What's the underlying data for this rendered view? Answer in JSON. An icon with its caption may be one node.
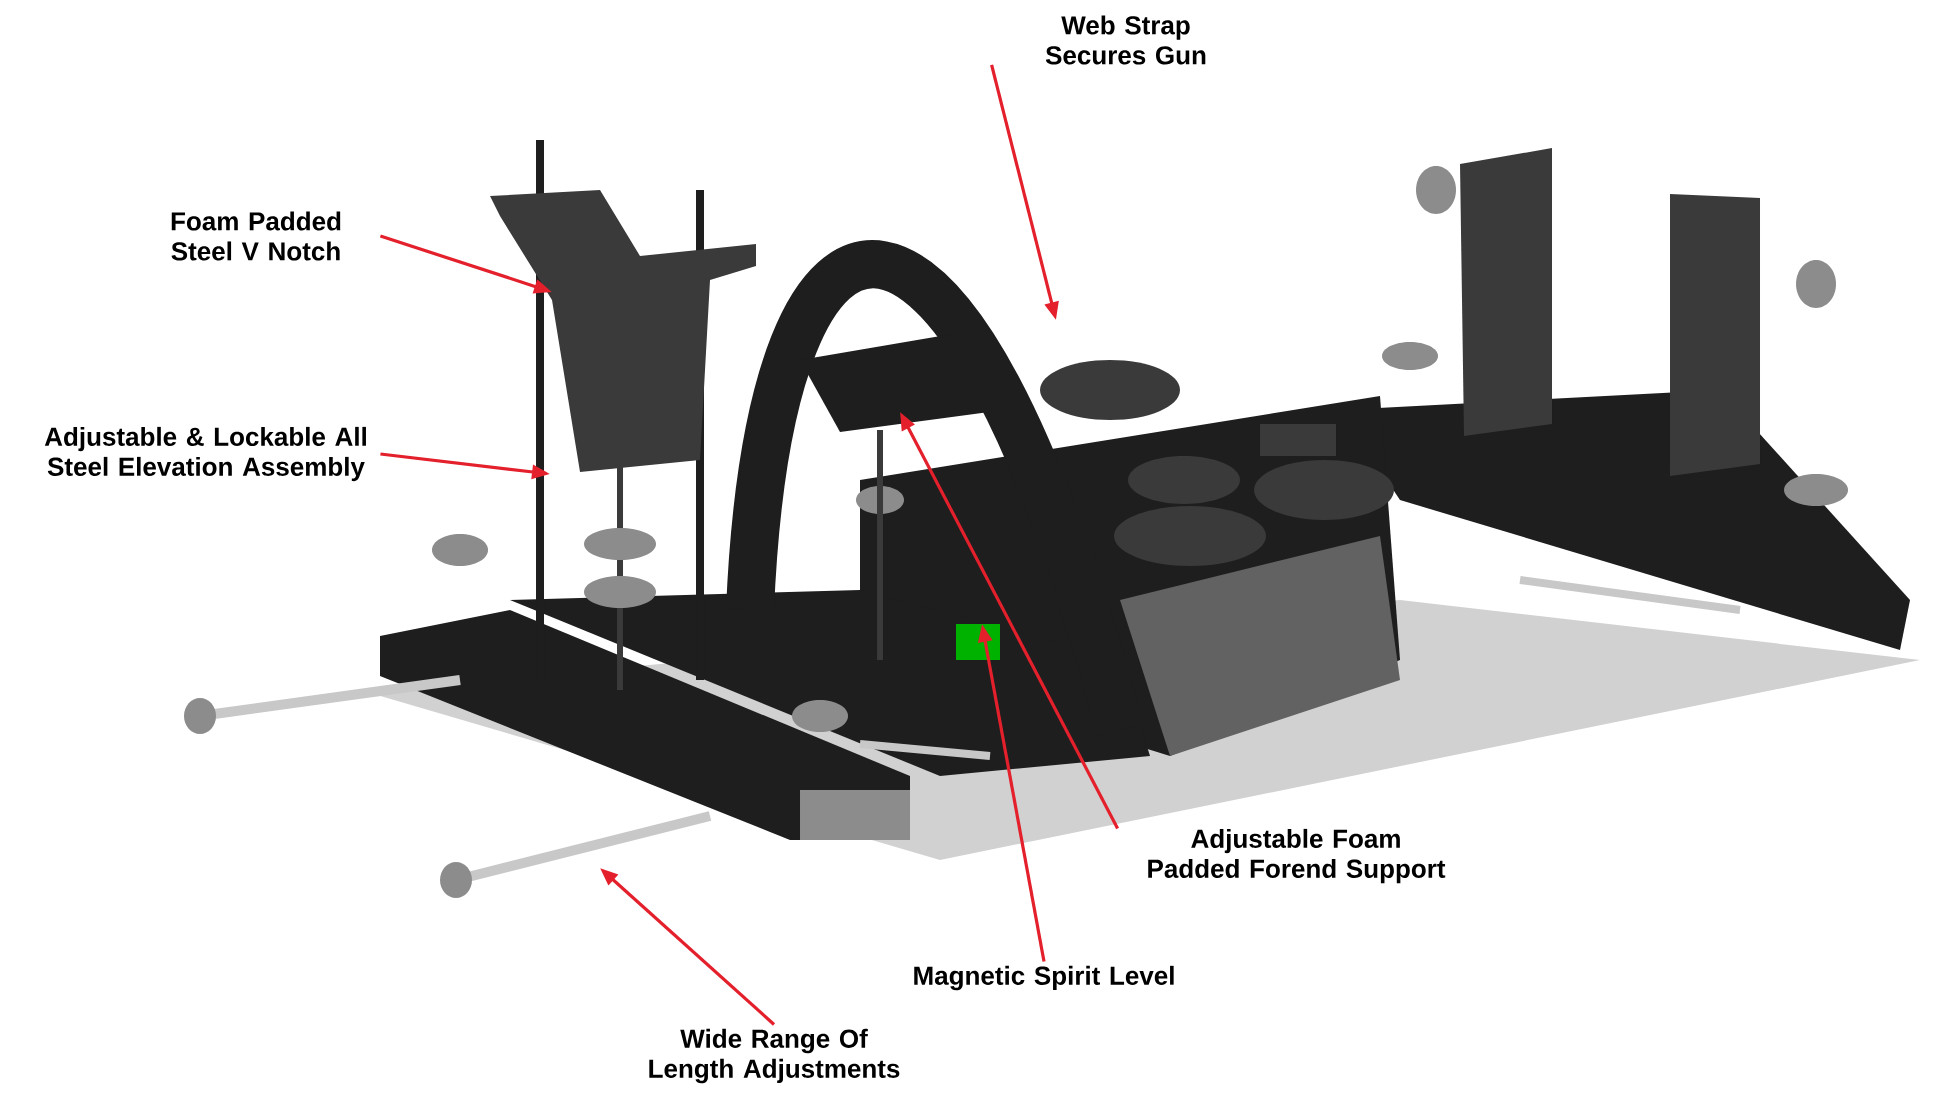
{
  "diagram": {
    "nodes": [
      {
        "text": [
          "Web Strap Secures Gun"
        ]
      },
      {
        "text": [
          "Foam Padded Steel V Notch"
        ]
      },
      {
        "text": [
          "Adjustable & Lockable All Steel Elevation Assembly"
        ]
      },
      {
        "text": [
          "Adjustable Foam Padded Forend Support"
        ]
      },
      {
        "text": [
          "Magnetic Spirit Level"
        ]
      },
      {
        "text": [
          "Wide Range Of Length Adjustments"
        ]
      }
    ],
    "edges": [
      {
        "from": 0,
        "to": null,
        "arrow": "to"
      },
      {
        "from": 1,
        "to": null,
        "arrow": "to"
      },
      {
        "from": 2,
        "to": null,
        "arrow": "to"
      },
      {
        "from": 3,
        "to": null,
        "arrow": "to"
      },
      {
        "from": 4,
        "to": null,
        "arrow": "to"
      },
      {
        "from": 5,
        "to": null,
        "arrow": "to"
      }
    ]
  }
}
